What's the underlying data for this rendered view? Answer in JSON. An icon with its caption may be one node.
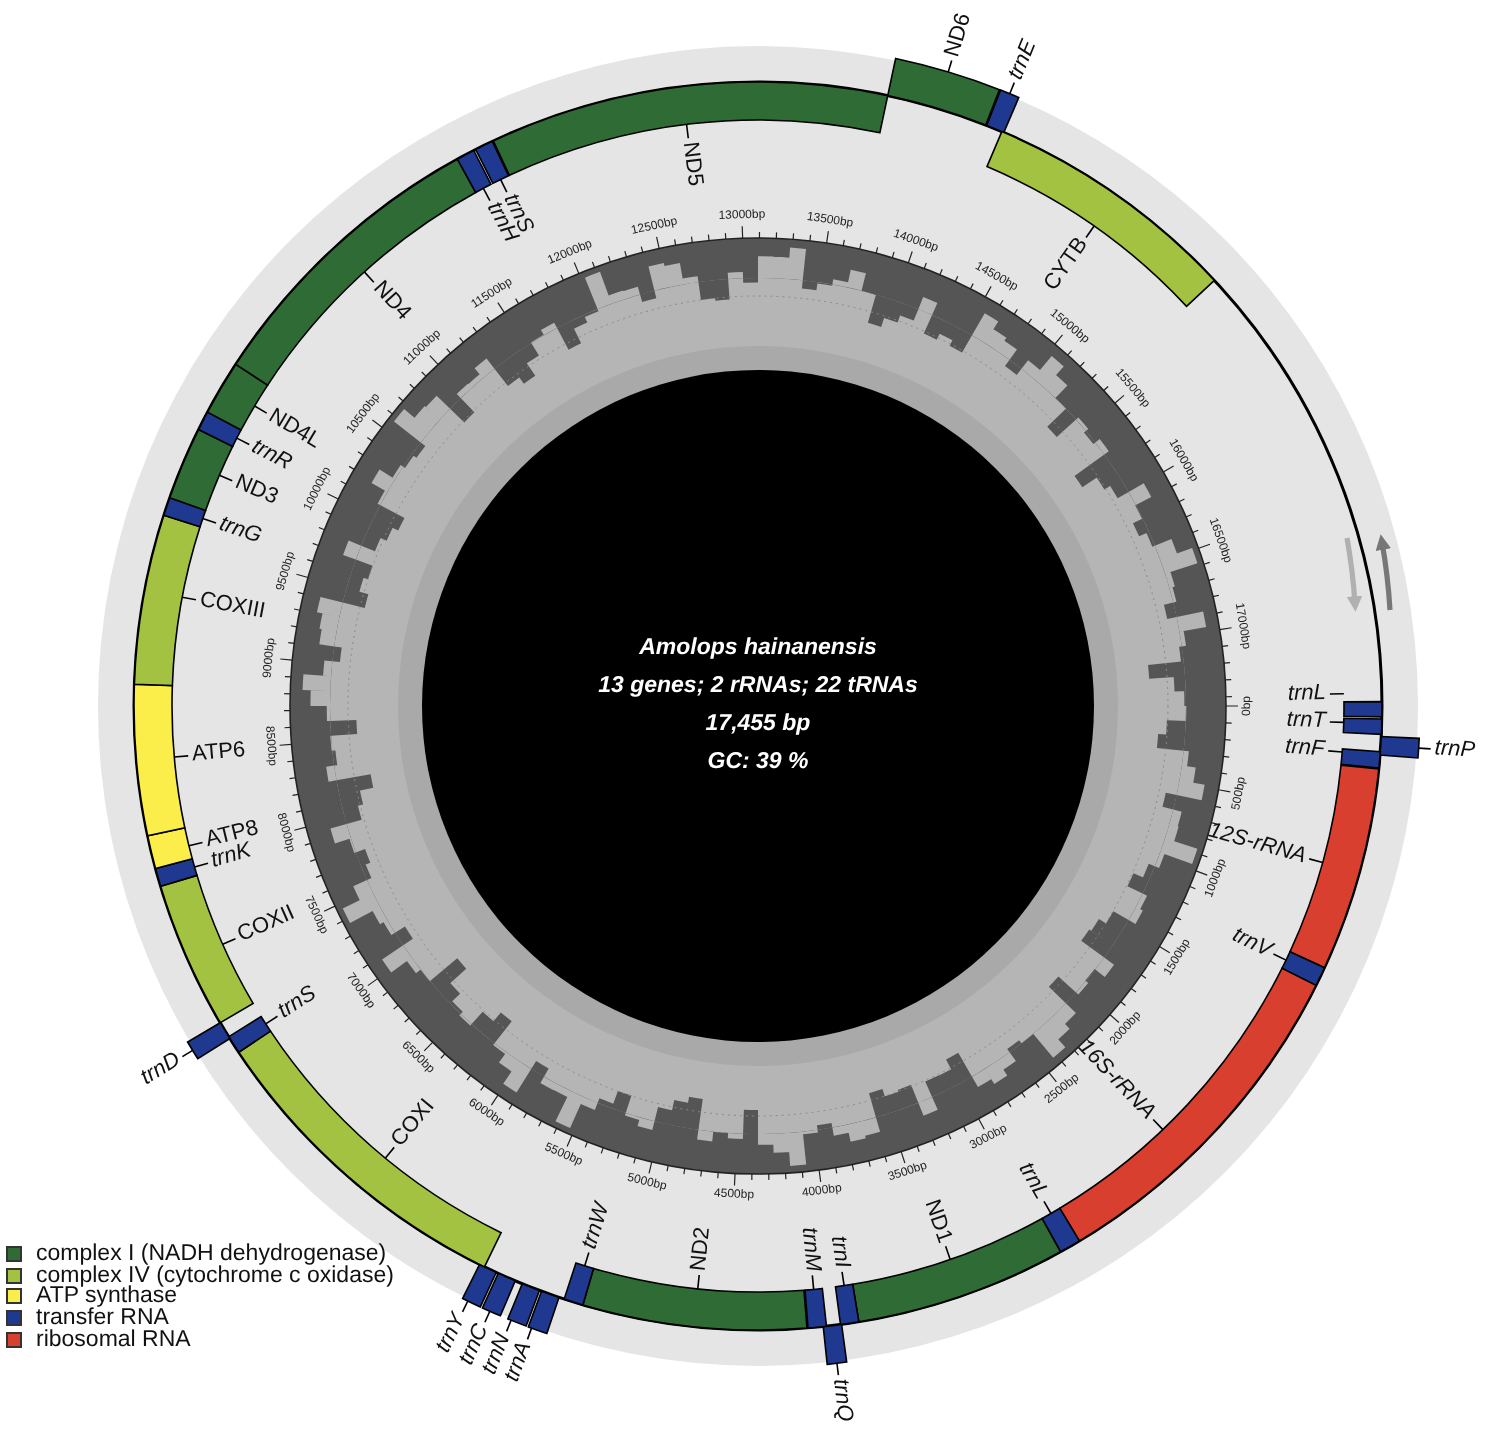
{
  "diagram": {
    "nodes": [
      {
        "text": [
          "Amolops hainanensis",
          "13 genes; 2 rRNAs; 22 tRNAs",
          "17,455 bp",
          "GC: 39 %"
        ]
      },
      {
        "text": [
          "trnL"
        ]
      },
      {
        "text": [
          "trnT"
        ]
      },
      {
        "text": [
          "trnP"
        ]
      },
      {
        "text": [
          "trnF"
        ]
      },
      {
        "text": [
          "12S-rRNA"
        ]
      },
      {
        "text": [
          "trnV"
        ]
      },
      {
        "text": [
          "16S-rRNA"
        ]
      },
      {
        "text": [
          "trnL"
        ]
      },
      {
        "text": [
          "ND1"
        ]
      },
      {
        "text": [
          "trnI"
        ]
      },
      {
        "text": [
          "trnQ"
        ]
      },
      {
        "text": [
          "trnM"
        ]
      },
      {
        "text": [
          "ND2"
        ]
      },
      {
        "text": [
          "trnW"
        ]
      },
      {
        "text": [
          "trnA"
        ]
      },
      {
        "text": [
          "trnN"
        ]
      },
      {
        "text": [
          "trnC"
        ]
      },
      {
        "text": [
          "trnY"
        ]
      },
      {
        "text": [
          "COXI"
        ]
      },
      {
        "text": [
          "trnS"
        ]
      },
      {
        "text": [
          "trnD"
        ]
      },
      {
        "text": [
          "COXII"
        ]
      },
      {
        "text": [
          "trnK"
        ]
      },
      {
        "text": [
          "ATP8"
        ]
      },
      {
        "text": [
          "ATP6"
        ]
      },
      {
        "text": [
          "COXIII"
        ]
      },
      {
        "text": [
          "trnG"
        ]
      },
      {
        "text": [
          "ND3"
        ]
      },
      {
        "text": [
          "trnR"
        ]
      },
      {
        "text": [
          "ND4L"
        ]
      },
      {
        "text": [
          "ND4"
        ]
      },
      {
        "text": [
          "trnH"
        ]
      },
      {
        "text": [
          "trnS"
        ]
      },
      {
        "text": [
          "ND5"
        ]
      },
      {
        "text": [
          "ND6"
        ]
      },
      {
        "text": [
          "trnE"
        ]
      },
      {
        "text": [
          "CYTB"
        ]
      }
    ],
    "labels": [
      "0bp",
      "500bp",
      "1000bp",
      "1500bp",
      "2000bp",
      "2500bp",
      "3000bp",
      "3500bp",
      "4000bp",
      "4500bp",
      "5000bp",
      "5500bp",
      "6000bp",
      "6500bp",
      "7000bp",
      "7500bp",
      "8000bp",
      "8500bp",
      "9000bp",
      "9500bp",
      "10000bp",
      "10500bp",
      "11000bp",
      "11500bp",
      "12000bp",
      "12500bp",
      "13000bp",
      "13500bp",
      "14000bp",
      "14500bp",
      "15000bp",
      "15500bp",
      "16000bp",
      "16500bp",
      "17000bp"
    ],
    "legend": [
      {
        "text": "complex I (NADH dehydrogenase)",
        "color": "#2e6b35"
      },
      {
        "text": "complex IV (cytochrome c oxidase)",
        "color": "#a4c241"
      },
      {
        "text": "ATP synthase",
        "color": "#fcee4a"
      },
      {
        "text": "transfer RNA",
        "color": "#1f3990"
      },
      {
        "text": "ribosomal RNA",
        "color": "#d93f2e"
      }
    ]
  }
}
